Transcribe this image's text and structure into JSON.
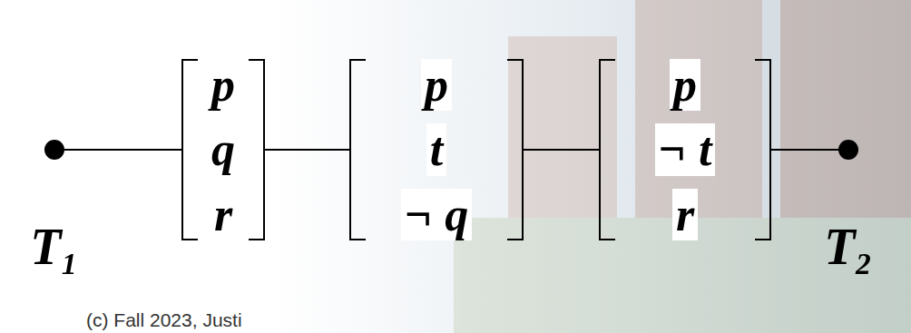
{
  "diagram": {
    "nodes": [
      {
        "text": [
          "T₁"
        ]
      },
      {
        "text": [
          "p",
          "q",
          "r"
        ]
      },
      {
        "text": [
          "p",
          "t",
          "¬ q"
        ]
      },
      {
        "text": [
          "p",
          "¬ t",
          "r"
        ]
      },
      {
        "text": [
          "T₂"
        ]
      }
    ],
    "edges": [
      {
        "from": 0,
        "to": 1,
        "arrow": "none"
      },
      {
        "from": 1,
        "to": 2,
        "arrow": "none"
      },
      {
        "from": 2,
        "to": 3,
        "arrow": "none"
      },
      {
        "from": 3,
        "to": 4,
        "arrow": "none"
      }
    ],
    "labels": [
      "(c) Fall 2023, Justi"
    ]
  }
}
